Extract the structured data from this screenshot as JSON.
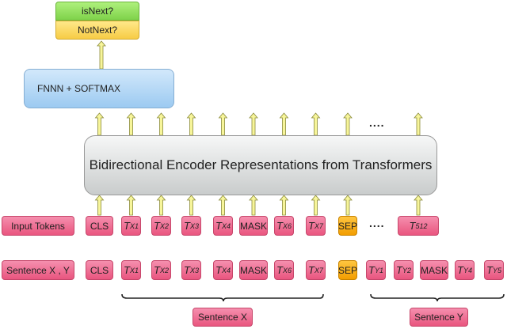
{
  "diagram": {
    "outputs": {
      "is_next": "isNext?",
      "not_next": "NotNext?"
    },
    "classifier": "FNNN + SOFTMAX",
    "encoder": "Bidirectional Encoder Representations from Transformers",
    "ellipsis": "....",
    "row_labels": {
      "input_tokens": "Input Tokens",
      "sentences": "Sentence X , Y"
    },
    "input_tokens": [
      {
        "base": "CLS",
        "sub": ""
      },
      {
        "base": "T",
        "sub": "X1"
      },
      {
        "base": "T",
        "sub": "X2"
      },
      {
        "base": "T",
        "sub": "X3"
      },
      {
        "base": "T",
        "sub": "X4"
      },
      {
        "base": "MASK",
        "sub": ""
      },
      {
        "base": "T",
        "sub": "X6"
      },
      {
        "base": "T",
        "sub": "X7"
      },
      {
        "base": "SEP",
        "sub": ""
      },
      {
        "base": "T",
        "sub": "512"
      }
    ],
    "sentence_tokens": [
      {
        "base": "CLS",
        "sub": ""
      },
      {
        "base": "T",
        "sub": "X1"
      },
      {
        "base": "T",
        "sub": "X2"
      },
      {
        "base": "T",
        "sub": "X3"
      },
      {
        "base": "T",
        "sub": "X4"
      },
      {
        "base": "MASK",
        "sub": ""
      },
      {
        "base": "T",
        "sub": "X6"
      },
      {
        "base": "T",
        "sub": "X7"
      },
      {
        "base": "SEP",
        "sub": ""
      },
      {
        "base": "T",
        "sub": "Y1"
      },
      {
        "base": "T",
        "sub": "Y2"
      },
      {
        "base": "MASK",
        "sub": ""
      },
      {
        "base": "T",
        "sub": "Y4"
      },
      {
        "base": "T",
        "sub": "Y5"
      }
    ],
    "brace_labels": {
      "sentence_x": "Sentence X",
      "sentence_y": "Sentence Y"
    },
    "colors": {
      "token": "#ee6b92",
      "separator": "#f7a80f",
      "encoder": "#dfe1e1",
      "classifier": "#b8d9f5",
      "is_next": "#93e162",
      "not_next": "#fbd860",
      "arrow": "#f7f59a"
    }
  }
}
